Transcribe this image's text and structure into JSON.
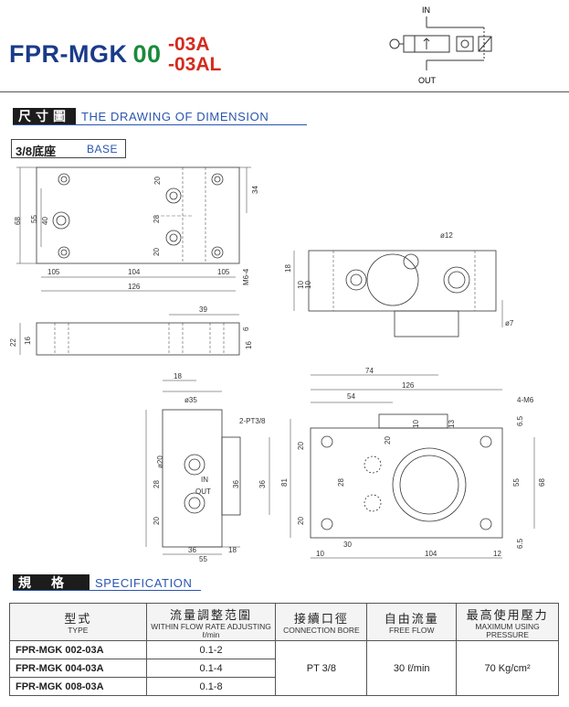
{
  "header": {
    "model_base": "FPR-MGK",
    "model_series": "00",
    "model_suffix_1": "-03A",
    "model_suffix_2": "-03AL",
    "symbol_in": "IN",
    "symbol_out": "OUT"
  },
  "section_dimension": {
    "label_cn": "尺寸圖",
    "label_en": "THE DRAWING OF DIMENSION"
  },
  "base": {
    "label_cn": "3/8底座",
    "label_en": "BASE"
  },
  "drawing_labels": {
    "d68": "68",
    "d55": "55",
    "d40": "40",
    "d20a": "20",
    "d28a": "28",
    "d20b": "20",
    "d34": "34",
    "d105a": "105",
    "d104a": "104",
    "d105b": "105",
    "d126a": "126",
    "m64": "M6-4",
    "d39": "39",
    "d22": "22",
    "d16a": "16",
    "d6": "6",
    "d16b": "16",
    "dia12": "ø12",
    "d18a": "18",
    "d10a": "10",
    "d10b": "10",
    "dia7": "ø7",
    "d18b": "18",
    "dia35": "ø35",
    "pt38": "2-PT3/8",
    "dia20": "ø20",
    "d28b": "28",
    "d20c": "20",
    "port_in": "IN",
    "port_out": "OUT",
    "d36a": "36",
    "d36b": "36",
    "d18c": "18",
    "d55b": "55",
    "d126b": "126",
    "d74": "74",
    "d54": "54",
    "m6_4": "4-M6",
    "d10c": "10",
    "d13": "13",
    "d6_5a": "6.5",
    "d20d": "20",
    "d81": "81",
    "d28c": "28",
    "d20e": "20",
    "d20f": "20",
    "d55c": "55",
    "d68b": "68",
    "d30": "30",
    "d10d": "10",
    "d104b": "104",
    "d12": "12",
    "d6_5b": "6.5"
  },
  "section_spec": {
    "label_cn": "規格",
    "label_en": "SPECIFICATION"
  },
  "spec_table": {
    "headers": [
      {
        "cn": "型式",
        "en": "TYPE"
      },
      {
        "cn": "流量調整范圍",
        "en": "WITHIN FLOW RATE ADJUSTING ℓ/min"
      },
      {
        "cn": "接續口徑",
        "en": "CONNECTION BORE"
      },
      {
        "cn": "自由流量",
        "en": "FREE FLOW"
      },
      {
        "cn": "最高使用壓力",
        "en": "MAXIMUM USING PRESSURE"
      }
    ],
    "rows": [
      {
        "type": "FPR-MGK 002-03A",
        "range": "0.1-2"
      },
      {
        "type": "FPR-MGK 004-03A",
        "range": "0.1-4"
      },
      {
        "type": "FPR-MGK 008-03A",
        "range": "0.1-8"
      }
    ],
    "bore": "PT 3/8",
    "free_flow": "30 ℓ/min",
    "pressure": "70 Kg/cm²"
  }
}
